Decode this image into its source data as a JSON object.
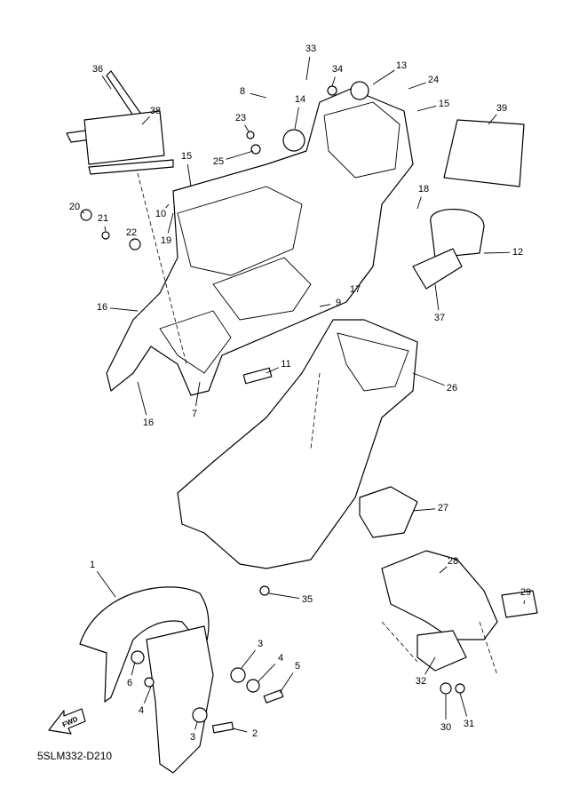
{
  "diagram": {
    "code": "5SLM332-D210",
    "fwd_label": "FWD",
    "callouts": [
      "36",
      "38",
      "39",
      "33",
      "34",
      "13",
      "24",
      "15",
      "8",
      "14",
      "23",
      "25",
      "15",
      "10",
      "19",
      "20",
      "21",
      "22",
      "18",
      "12",
      "37",
      "9",
      "17",
      "16",
      "11",
      "26",
      "7",
      "16",
      "27",
      "28",
      "29",
      "35",
      "1",
      "3",
      "4",
      "5",
      "6",
      "4",
      "3",
      "2",
      "32",
      "31",
      "30"
    ]
  }
}
